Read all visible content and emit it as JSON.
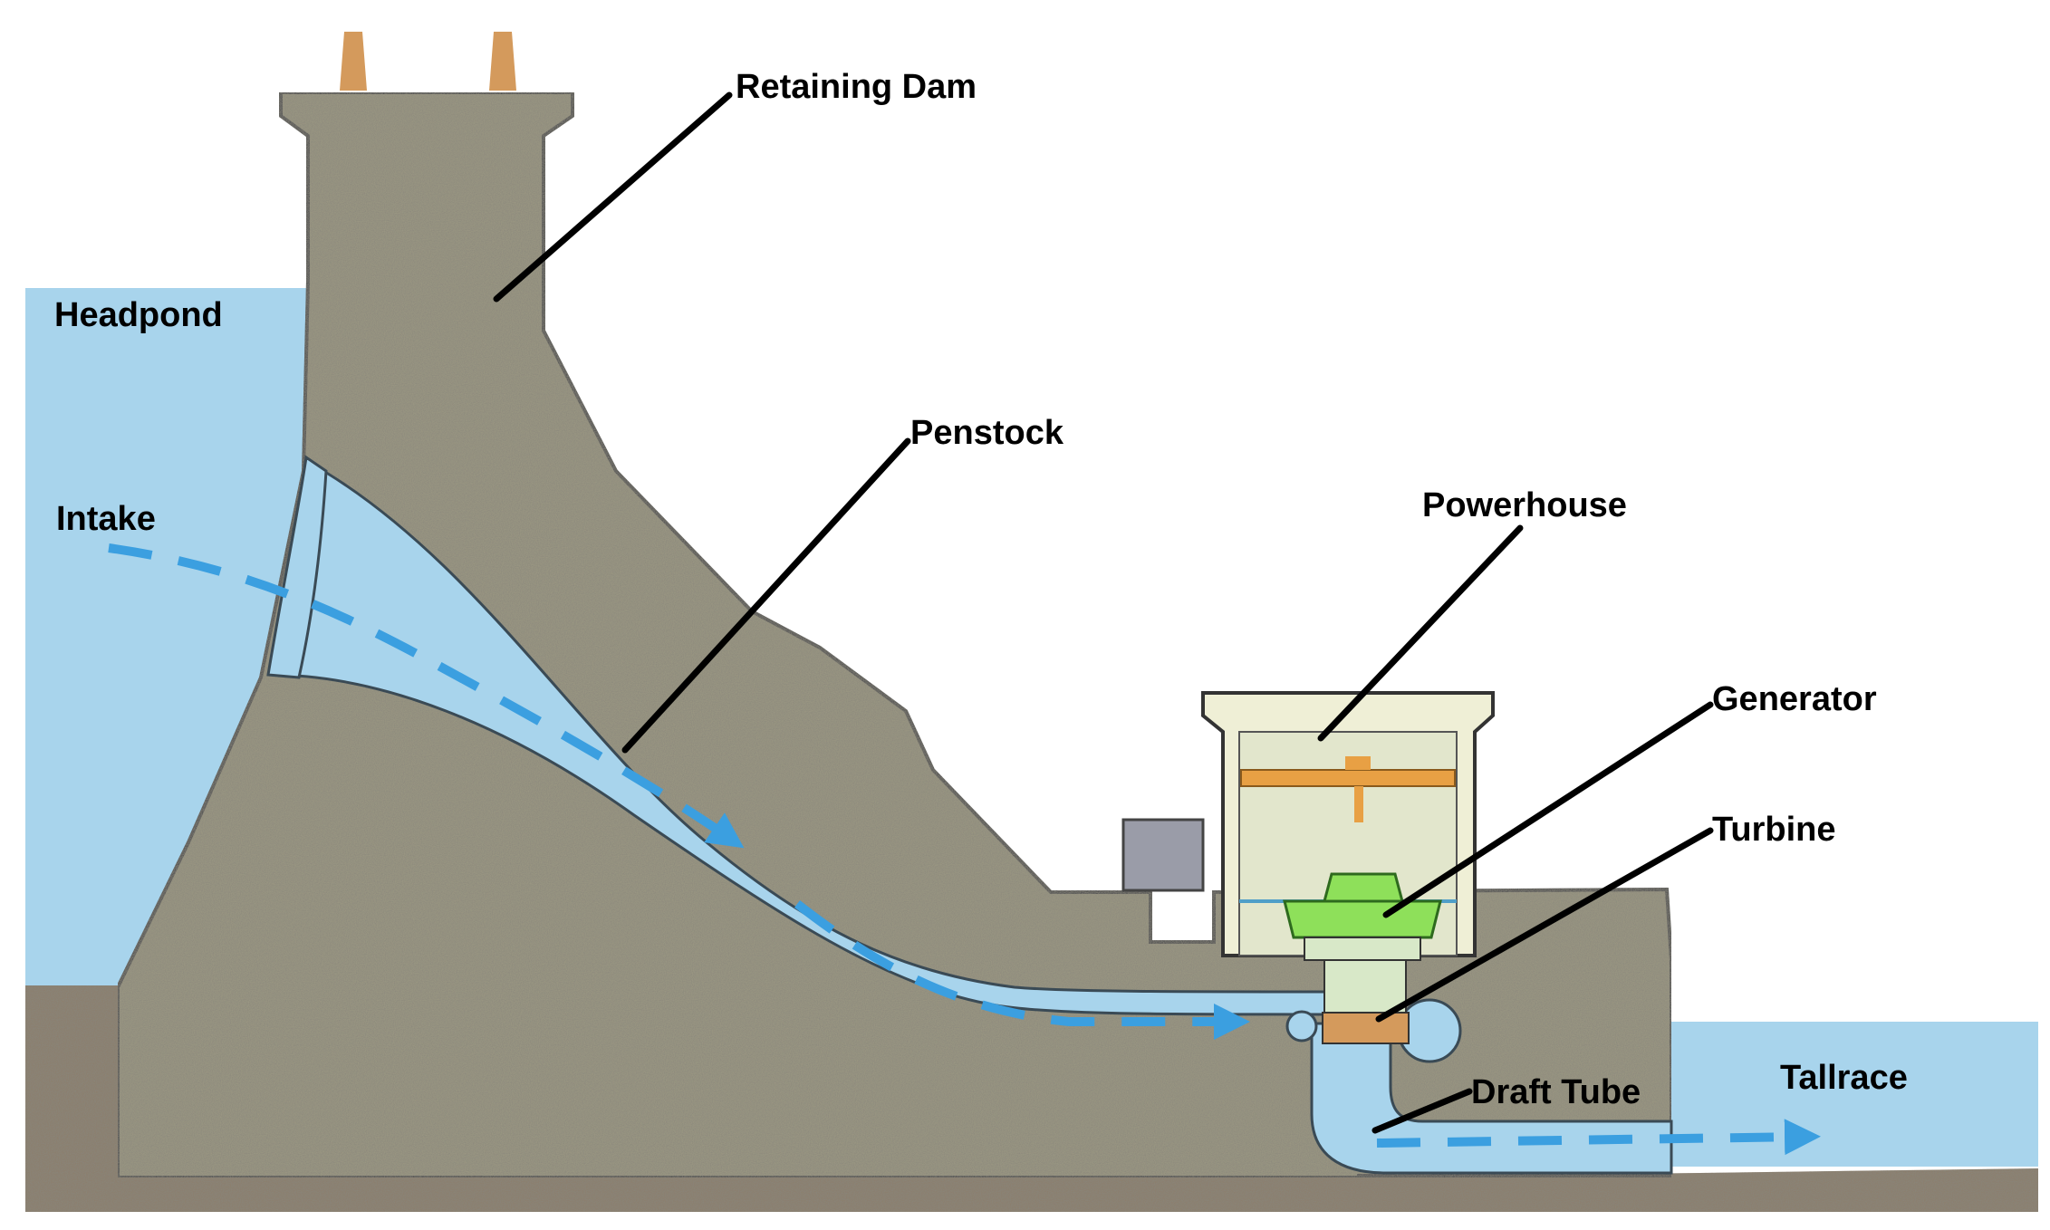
{
  "labels": {
    "retaining_dam": "Retaining Dam",
    "headpond": "Headpond",
    "penstock": "Penstock",
    "intake": "Intake",
    "powerhouse": "Powerhouse",
    "generator": "Generator",
    "turbine": "Turbine",
    "draft_tube": "Draft Tube",
    "tailrace": "Tallrace"
  },
  "colors": {
    "water": "#a8d4ec",
    "water_edge": "#7fb9dc",
    "concrete": "#9a9682",
    "ground": "#8c7f6e",
    "flow_arrow": "#3b9fe0",
    "powerhouse_wall": "#efefd6",
    "crane": "#e8a044",
    "generator": "#8ee05a",
    "gate": "#d49a5c"
  }
}
